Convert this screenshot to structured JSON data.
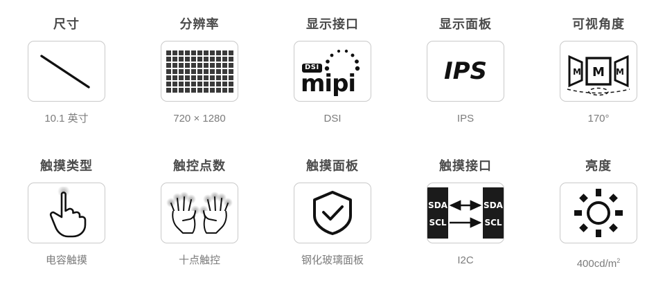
{
  "specs": [
    {
      "title": "尺寸",
      "caption": "10.1 英寸",
      "icon": "screen-diagonal-icon",
      "name": "size"
    },
    {
      "title": "分辨率",
      "caption": "720 × 1280",
      "icon": "pixel-grid-icon",
      "name": "resolution",
      "grid_cols": 11,
      "grid_rows": 7
    },
    {
      "title": "显示接口",
      "caption": "DSI",
      "icon": "mipi-dsi-logo-icon",
      "name": "display-interface",
      "logo_badge": "DSI",
      "logo_word": "mipi"
    },
    {
      "title": "显示面板",
      "caption": "IPS",
      "icon": "ips-text-icon",
      "name": "display-panel",
      "logo_word": "IPS"
    },
    {
      "title": "可视角度",
      "caption": "170°",
      "icon": "viewing-angle-icon",
      "name": "viewing-angle",
      "screen_letter": "M"
    },
    {
      "title": "触摸类型",
      "caption": "电容触摸",
      "icon": "pointing-hand-icon",
      "name": "touch-type"
    },
    {
      "title": "触控点数",
      "caption": "十点触控",
      "icon": "two-hands-icon",
      "name": "touch-points"
    },
    {
      "title": "触摸面板",
      "caption": "钢化玻璃面板",
      "icon": "shield-check-icon",
      "name": "touch-panel"
    },
    {
      "title": "触摸接口",
      "caption": "I2C",
      "icon": "i2c-bus-icon",
      "name": "touch-interface",
      "signals": [
        "SDA",
        "SCL"
      ]
    },
    {
      "title": "亮度",
      "caption_main": "400cd/m",
      "caption_sup": "2",
      "icon": "sun-brightness-icon",
      "name": "brightness"
    }
  ],
  "colors": {
    "title": "#4a4a4a",
    "caption": "#7b7b7b",
    "card_border": "#c9c9c9",
    "ink": "#111111",
    "background": "#ffffff"
  }
}
